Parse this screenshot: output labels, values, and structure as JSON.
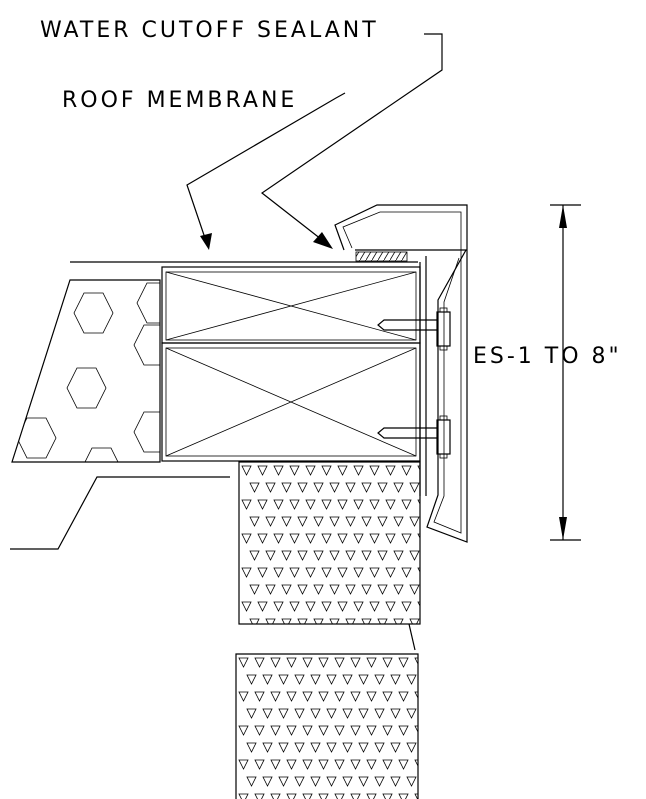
{
  "drawing": {
    "labels": {
      "sealant": "WATER CUTOFF SEALANT",
      "membrane": "ROOF MEMBRANE",
      "dimension": "ES-1 TO 8\""
    }
  }
}
